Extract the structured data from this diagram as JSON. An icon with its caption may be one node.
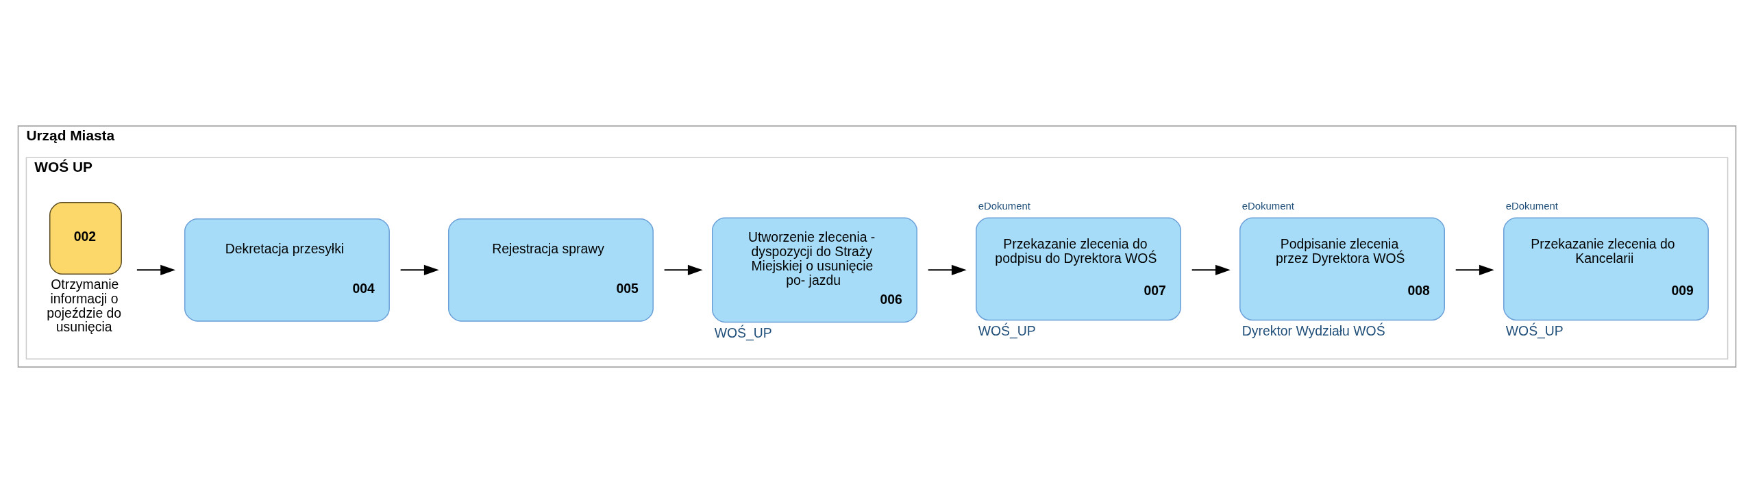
{
  "diagram": {
    "nodes": [
      {
        "text": [
          "Urząd Miasta"
        ]
      },
      {
        "text": [
          "WOŚ UP"
        ],
        "in": 0
      },
      {
        "text": [
          "002"
        ],
        "beside": [
          "Otrzymanie informacji o pojeździe do usunięcia"
        ],
        "in": 1
      },
      {
        "text": [
          "Dekretacja przesyłki",
          "004"
        ],
        "in": 1
      },
      {
        "text": [
          "Rejestracja sprawy",
          "005"
        ],
        "in": 1
      },
      {
        "text": [
          "Utworzenie zlecenia - dyspozycji do Straży Miejskiej o usunięcie po- jazdu",
          "006"
        ],
        "beside": [
          "WOŚ_UP"
        ],
        "in": 1
      },
      {
        "text": [
          "Przekazanie zlecenia do podpisu do Dyrektora WOŚ",
          "007"
        ],
        "beside": [
          "eDokument",
          "WOŚ_UP"
        ],
        "in": 1
      },
      {
        "text": [
          "Podpisanie zlecenia przez Dyrektora WOŚ",
          "008"
        ],
        "beside": [
          "eDokument",
          "Dyrektor Wydziału WOŚ"
        ],
        "in": 1
      },
      {
        "text": [
          "Przekazanie zlecenia do Kancelarii",
          "009"
        ],
        "beside": [
          "eDokument",
          "WOŚ_UP"
        ],
        "in": 1
      }
    ],
    "edges": [
      {
        "from": 2,
        "to": 3,
        "arrow": "to"
      },
      {
        "from": 3,
        "to": 4,
        "arrow": "to"
      },
      {
        "from": 4,
        "to": 5,
        "arrow": "to"
      },
      {
        "from": 5,
        "to": 6,
        "arrow": "to"
      },
      {
        "from": 6,
        "to": 7,
        "arrow": "to"
      },
      {
        "from": 7,
        "to": 8,
        "arrow": "to"
      }
    ]
  }
}
